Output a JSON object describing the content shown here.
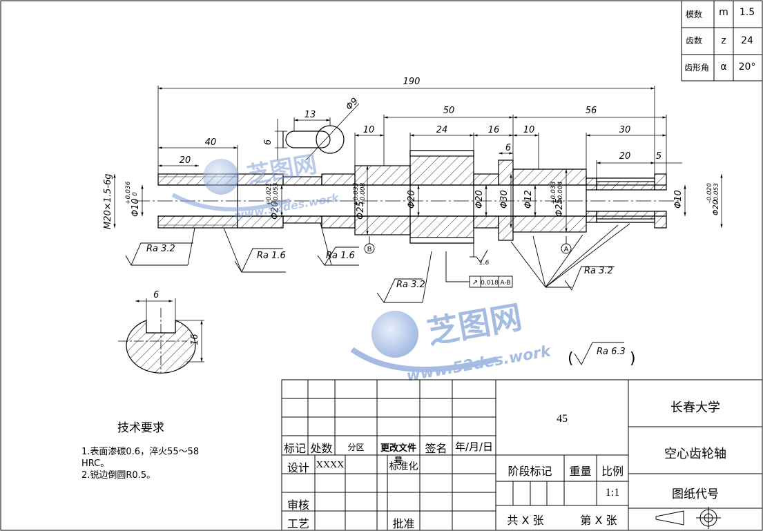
{
  "gear_params": {
    "rows": [
      {
        "label": "模数",
        "symbol": "m",
        "value": "1.5"
      },
      {
        "label": "齿数",
        "symbol": "z",
        "value": "24"
      },
      {
        "label": "齿形角",
        "symbol": "α",
        "value": "20°"
      }
    ]
  },
  "dimensions": {
    "total_length": "190",
    "d40": "40",
    "d20_left": "20",
    "d13": "13",
    "d6_v": "6",
    "phi9": "Φ9",
    "d10_a": "10",
    "d50": "50",
    "d24": "24",
    "d16": "16",
    "d10_b": "10",
    "d6_key": "6",
    "d56": "56",
    "d30": "30",
    "d20_key": "20",
    "d5": "5",
    "thread": "M20×1.5-6g",
    "bore10": "Φ10",
    "bore10_tol_up": "+0.036",
    "bore10_tol_lo": "0",
    "phi20_a": "Φ20",
    "phi20_a_tol_up": "+0.021",
    "phi20_a_tol_lo": "+0.053",
    "phi25": "Φ25",
    "phi25_tol_up": "+0.033",
    "phi25_tol_lo": "+0.008",
    "phi20_b": "Φ20",
    "phi20_c": "Φ20",
    "phi30": "Φ30",
    "phi12": "Φ12",
    "phi25_b": "Φ25",
    "phi25_b_tol_up": "+0.033",
    "phi25_b_tol_lo": "+0.004",
    "phi10_r": "Φ10",
    "phi20_r": "Φ20",
    "phi20_r_tol_up": "-0.020",
    "phi20_r_tol_lo": "-0.053",
    "section_6": "6",
    "section_16": "16"
  },
  "roughness": {
    "ra32_a": "Ra 3.2",
    "ra16_a": "Ra 1.6",
    "ra16_b": "Ra 1.6",
    "ra32_b": "Ra 3.2",
    "ra32_c": "Ra 3.2",
    "ra16_small": "1.6",
    "general": "Ra 6.3"
  },
  "datums": {
    "b": "B",
    "a": "A"
  },
  "tolerance_frame": {
    "symbol": "↗",
    "value": "0.018",
    "datum": "A-B"
  },
  "watermark": {
    "brand": "芝图网",
    "url": "www.52des.work"
  },
  "tech_requirements": {
    "title": "技术要求",
    "line1": "1.表面渗碳0.6，淬火55～58",
    "line2": "HRC。",
    "line3": "2.锐边倒圆R0.5。"
  },
  "title_block": {
    "h_mark": "标记",
    "h_count": "处数",
    "h_zone": "分区",
    "h_change": "更改文件号",
    "h_sign": "签名",
    "h_date": "年/月/日",
    "design": "设计",
    "designer": "XXXX",
    "standard": "标准化",
    "check": "审核",
    "process": "工艺",
    "approve": "批准",
    "material": "45",
    "stage": "阶段标记",
    "weight": "重量",
    "scale": "比例",
    "scale_value": "1:1",
    "total_sheets": "共 X 张",
    "sheet_no": "第 X 张",
    "university": "长春大学",
    "part_name": "空心齿轮轴",
    "drawing_no": "图纸代号"
  }
}
